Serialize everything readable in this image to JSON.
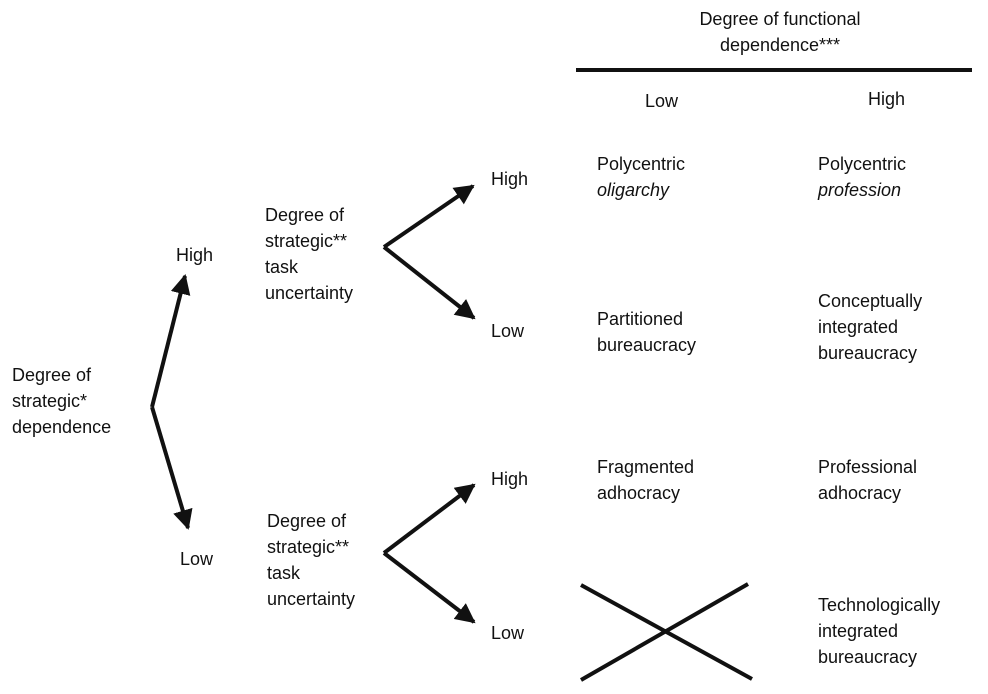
{
  "header": {
    "title_line1": "Degree of functional",
    "title_line2": "dependence***",
    "col_low": "Low",
    "col_high": "High"
  },
  "root": {
    "line1": "Degree of",
    "line2": "strategic*",
    "line3": "dependence",
    "high": "High",
    "low": "Low"
  },
  "upper_branch": {
    "line1": "Degree of",
    "line2": "strategic**",
    "line3": "task",
    "line4": "uncertainty",
    "high": "High",
    "low": "Low"
  },
  "lower_branch": {
    "line1": "Degree of",
    "line2": "strategic**",
    "line3": "task",
    "line4": "uncertainty",
    "high": "High",
    "low": "Low"
  },
  "cells": {
    "r1_low_line1": "Polycentric",
    "r1_low_line2": "oligarchy",
    "r1_high_line1": "Polycentric",
    "r1_high_line2": "profession",
    "r2_low_line1": "Partitioned",
    "r2_low_line2": "bureaucracy",
    "r2_high_line1": "Conceptually",
    "r2_high_line2": "integrated",
    "r2_high_line3": "bureaucracy",
    "r3_low_line1": "Fragmented",
    "r3_low_line2": "adhocracy",
    "r3_high_line1": "Professional",
    "r3_high_line2": "adhocracy",
    "r4_high_line1": "Technologically",
    "r4_high_line2": "integrated",
    "r4_high_line3": "bureaucracy"
  }
}
